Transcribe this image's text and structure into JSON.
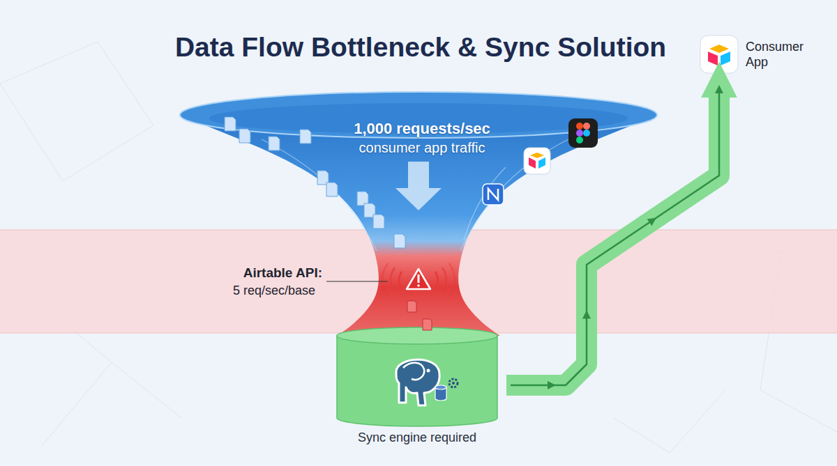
{
  "diagram": {
    "title": "Data Flow Bottleneck & Sync Solution",
    "nodes": [
      {
        "text": [
          "1,000 requests/sec",
          "consumer app traffic"
        ]
      },
      {
        "text": [
          "Sync engine required"
        ]
      },
      {
        "text": [
          "Consumer App"
        ]
      }
    ],
    "edges": [
      {
        "from": 1,
        "to": 2,
        "arrow": "to"
      }
    ],
    "labels": [
      "Airtable API:",
      "5 req/sec/base"
    ]
  }
}
